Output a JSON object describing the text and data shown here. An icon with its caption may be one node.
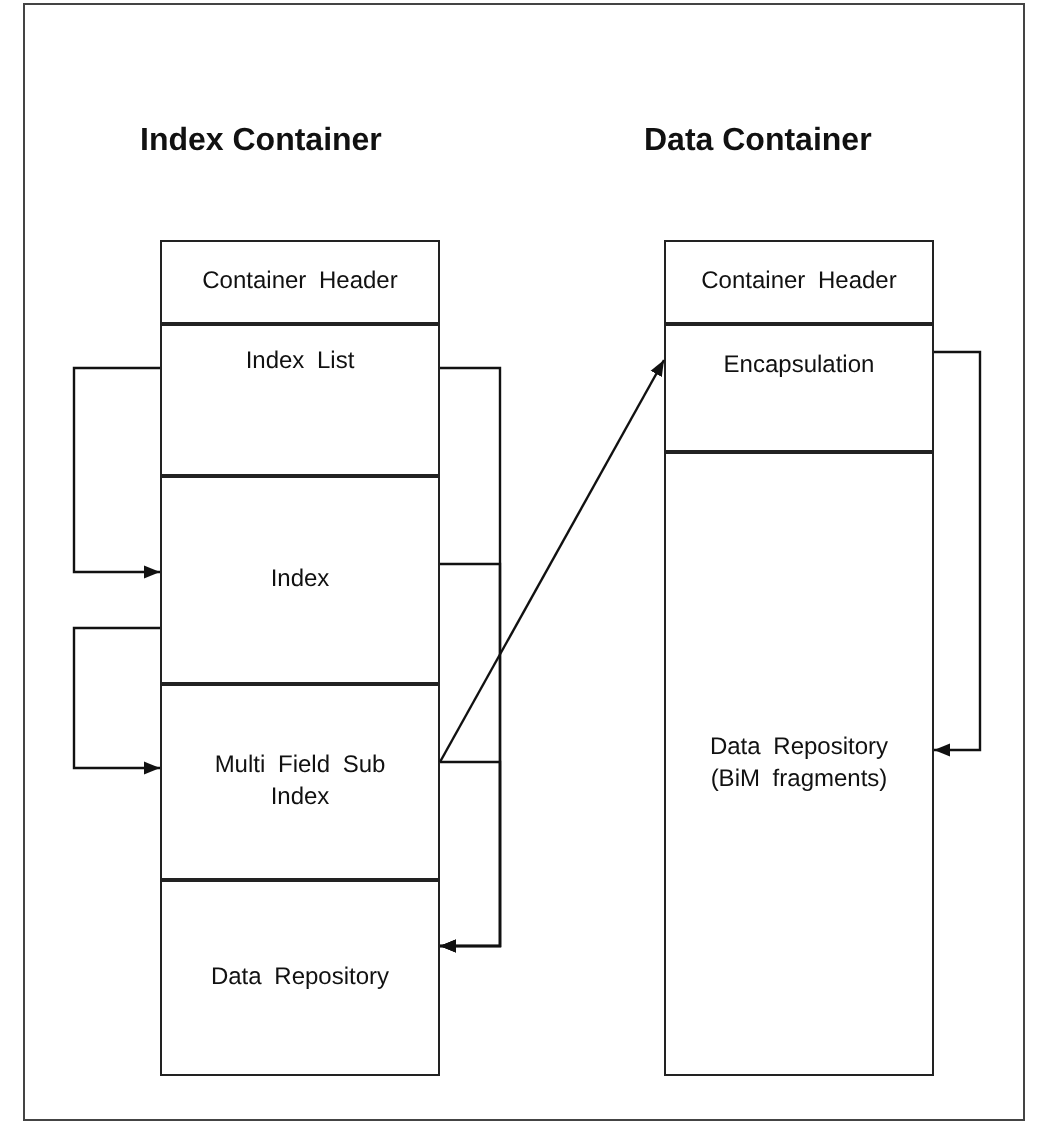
{
  "diagram": {
    "nodes": [
      {
        "text": [
          "Index Container"
        ]
      },
      {
        "text": [
          "Container Header"
        ],
        "in": 0
      },
      {
        "text": [
          "Index List"
        ],
        "in": 0
      },
      {
        "text": [
          "Index"
        ],
        "in": 0
      },
      {
        "text": [
          "Multi Field Sub Index"
        ],
        "in": 0
      },
      {
        "text": [
          "Data Repository"
        ],
        "in": 0
      },
      {
        "text": [
          "Data Container"
        ]
      },
      {
        "text": [
          "Container Header"
        ],
        "in": 6
      },
      {
        "text": [
          "Encapsulation"
        ],
        "in": 6
      },
      {
        "text": [
          "Data Repository (BiM fragments)"
        ],
        "in": 6
      }
    ],
    "edges": [
      {
        "from": 2,
        "to": 3,
        "arrow": "to"
      },
      {
        "from": 3,
        "to": 4,
        "arrow": "to"
      },
      {
        "from": 2,
        "to": 5,
        "arrow": "to"
      },
      {
        "from": 3,
        "to": 5,
        "arrow": "to"
      },
      {
        "from": 4,
        "to": 5,
        "arrow": "to"
      },
      {
        "from": 4,
        "to": 8,
        "arrow": "to"
      },
      {
        "from": 8,
        "to": 9,
        "arrow": "to"
      }
    ]
  }
}
